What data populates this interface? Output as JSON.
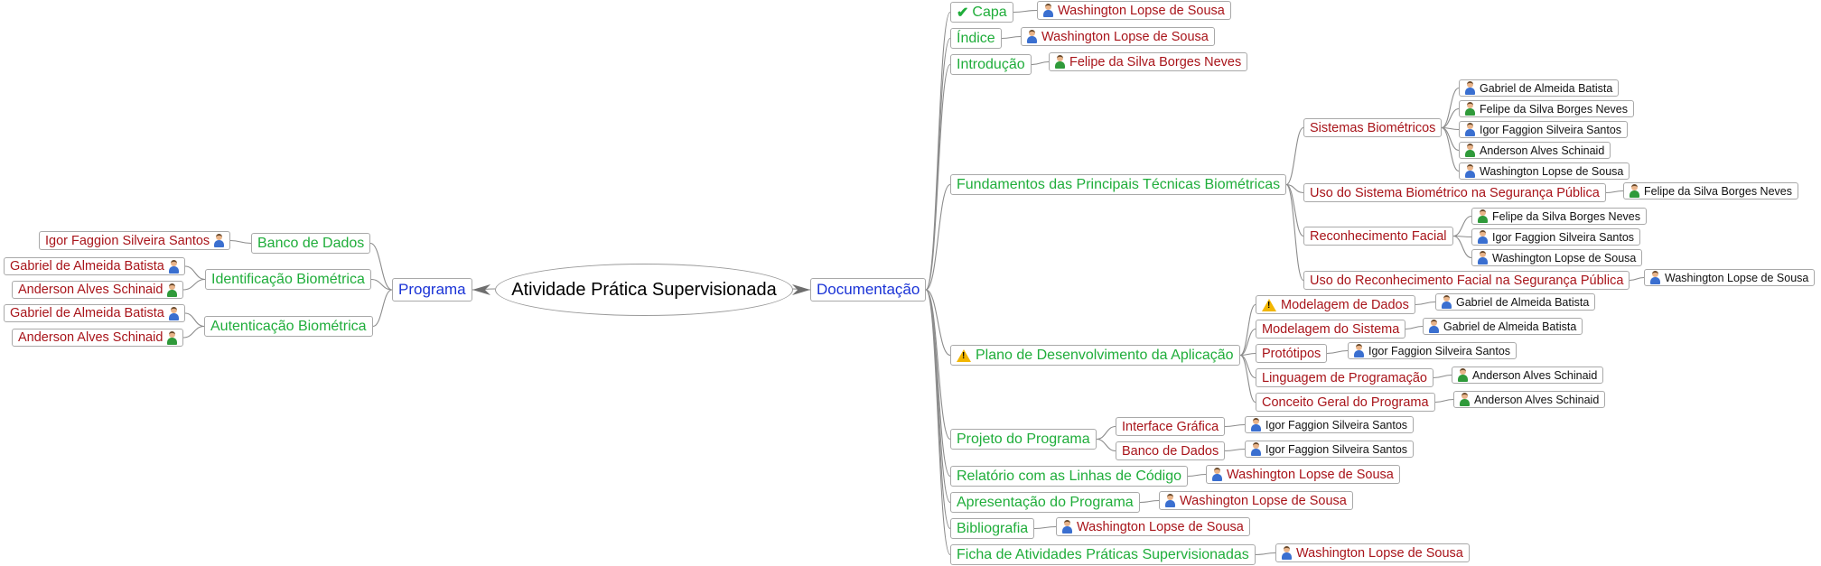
{
  "central": "Atividade Prática Supervisionada",
  "programa": {
    "label": "Programa",
    "branches": [
      {
        "label": "Banco de Dados",
        "people": [
          "Igor Faggion Silveira Santos"
        ]
      },
      {
        "label": "Identificação Biométrica",
        "people": [
          "Gabriel de Almeida Batista",
          "Anderson Alves Schinaid"
        ]
      },
      {
        "label": "Autenticação Biométrica",
        "people": [
          "Gabriel de Almeida Batista",
          "Anderson Alves Schinaid"
        ]
      }
    ]
  },
  "documentacao": {
    "label": "Documentação",
    "capa": {
      "label": "Capa",
      "people": [
        "Washington Lopse de Sousa"
      ]
    },
    "indice": {
      "label": "Índice",
      "people": [
        "Washington Lopse de Sousa"
      ]
    },
    "introducao": {
      "label": "Introdução",
      "people": [
        "Felipe da Silva Borges Neves"
      ]
    },
    "fundamentos": {
      "label": "Fundamentos das Principais Técnicas Biométricas",
      "children": [
        {
          "label": "Sistemas Biométricos",
          "people": [
            "Gabriel de Almeida Batista",
            "Felipe da Silva Borges Neves",
            "Igor Faggion Silveira Santos",
            "Anderson Alves Schinaid",
            "Washington Lopse de Sousa"
          ]
        },
        {
          "label": "Uso do Sistema Biométrico na Segurança Pública",
          "people": [
            "Felipe da Silva Borges Neves"
          ]
        },
        {
          "label": "Reconhecimento Facial",
          "people": [
            "Felipe da Silva Borges Neves",
            "Igor Faggion Silveira Santos",
            "Washington Lopse de Sousa"
          ]
        },
        {
          "label": "Uso do Reconhecimento Facial na Segurança Pública",
          "people": [
            "Washington Lopse de Sousa"
          ]
        }
      ]
    },
    "plano": {
      "label": "Plano de Desenvolvimento da Aplicação",
      "children": [
        {
          "label": "Modelagem de Dados",
          "people": [
            "Gabriel de Almeida Batista"
          ]
        },
        {
          "label": "Modelagem do Sistema",
          "people": [
            "Gabriel de Almeida Batista"
          ]
        },
        {
          "label": "Protótipos",
          "people": [
            "Igor Faggion Silveira Santos"
          ]
        },
        {
          "label": "Linguagem de Programação",
          "people": [
            "Anderson Alves Schinaid"
          ]
        },
        {
          "label": "Conceito Geral do Programa",
          "people": [
            "Anderson Alves Schinaid"
          ]
        }
      ]
    },
    "projeto": {
      "label": "Projeto do Programa",
      "children": [
        {
          "label": "Interface Gráfica",
          "people": [
            "Igor Faggion Silveira Santos"
          ]
        },
        {
          "label": "Banco de Dados",
          "people": [
            "Igor Faggion Silveira Santos"
          ]
        }
      ]
    },
    "relatorio": {
      "label": "Relatório com as Linhas de Código",
      "people": [
        "Washington Lopse de Sousa"
      ]
    },
    "apresentacao": {
      "label": "Apresentação do Programa",
      "people": [
        "Washington Lopse de Sousa"
      ]
    },
    "bibliografia": {
      "label": "Bibliografia",
      "people": [
        "Washington Lopse de Sousa"
      ]
    },
    "ficha": {
      "label": "Ficha de Atividades Práticas Supervisionadas",
      "people": [
        "Washington Lopse de Sousa"
      ]
    }
  }
}
